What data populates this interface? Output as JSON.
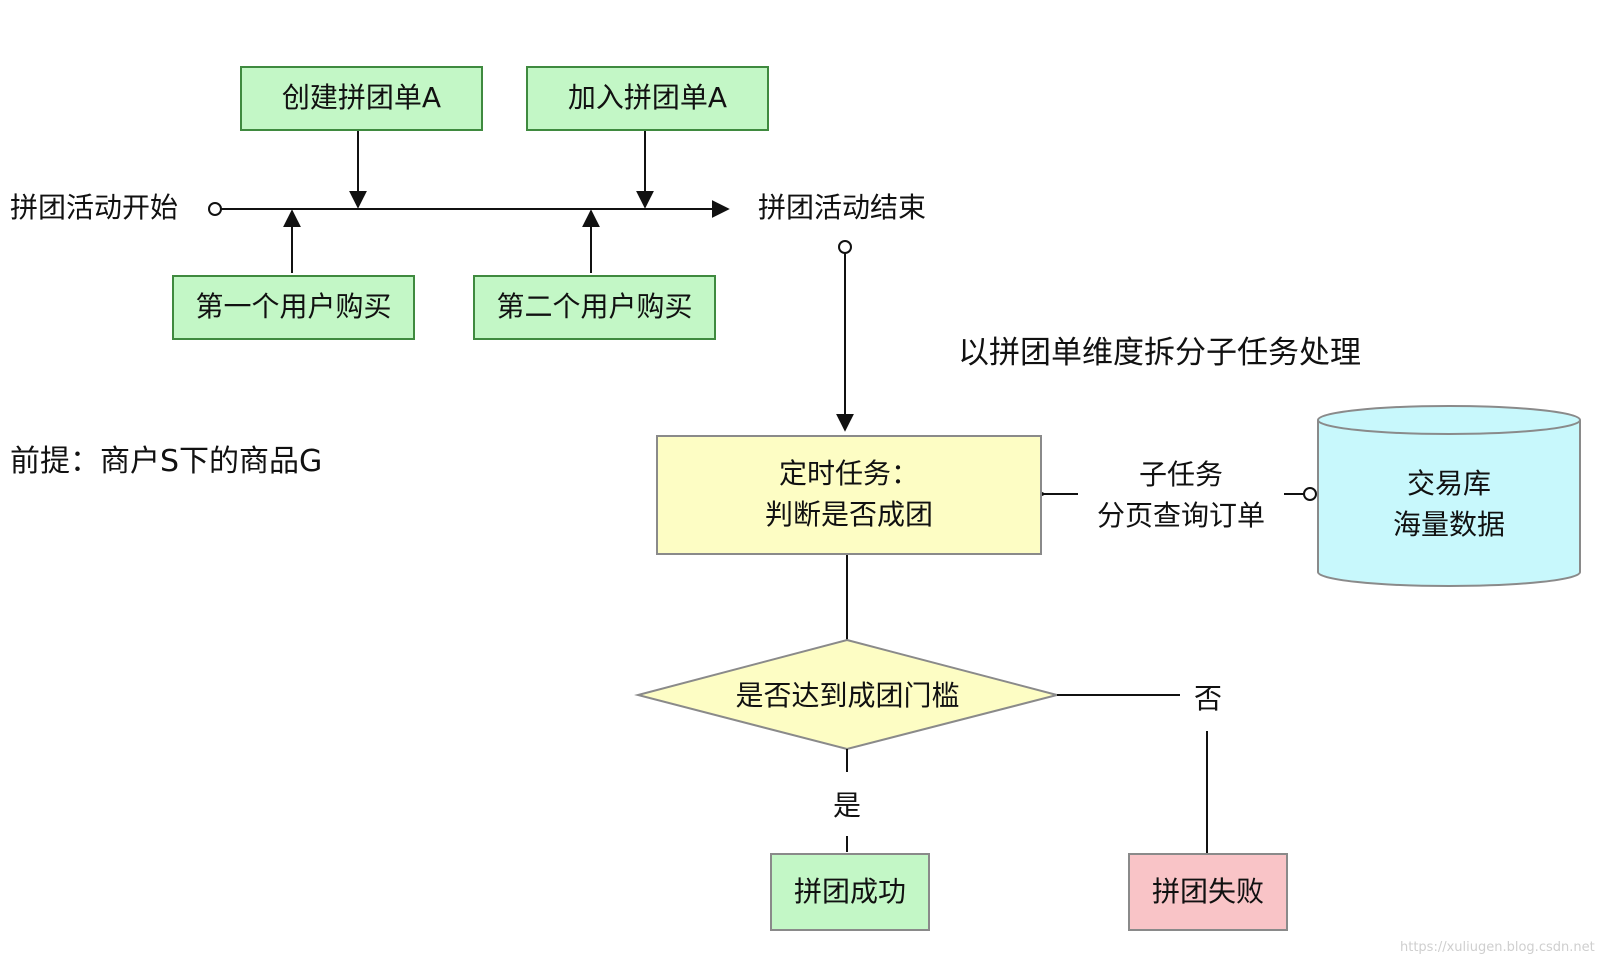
{
  "timeline": {
    "start_label": "拼团活动开始",
    "end_label": "拼团活动结束"
  },
  "events": {
    "create_order": "创建拼团单A",
    "join_order": "加入拼团单A",
    "first_user": "第一个用户购买",
    "second_user": "第二个用户购买"
  },
  "premise": "前提：商户S下的商品G",
  "split_note": "以拼团单维度拆分子任务处理",
  "scheduled_task": {
    "line1": "定时任务：",
    "line2": "判断是否成团"
  },
  "subtask": {
    "line1": "子任务",
    "line2": "分页查询订单"
  },
  "database": {
    "line1": "交易库",
    "line2": "海量数据"
  },
  "decision": "是否达到成团门槛",
  "branch_yes": "是",
  "branch_no": "否",
  "result_success": "拼团成功",
  "result_fail": "拼团失败",
  "watermark": "https://xuliugen.blog.csdn.net",
  "colors": {
    "green_fill": "#c3f7c6",
    "yellow_fill": "#fdfdc4",
    "pink_fill": "#f9c4c7",
    "cyan_fill": "#c8f8fc"
  }
}
